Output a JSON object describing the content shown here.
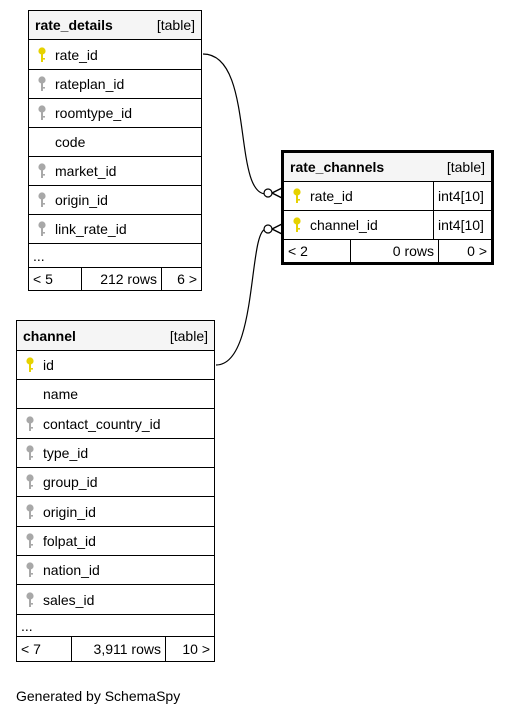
{
  "tables": {
    "rate_details": {
      "name": "rate_details",
      "kind": "[table]",
      "columns": [
        {
          "name": "rate_id",
          "key": "primary"
        },
        {
          "name": "rateplan_id",
          "key": "foreign"
        },
        {
          "name": "roomtype_id",
          "key": "foreign"
        },
        {
          "name": "code",
          "key": "none"
        },
        {
          "name": "market_id",
          "key": "foreign"
        },
        {
          "name": "origin_id",
          "key": "foreign"
        },
        {
          "name": "link_rate_id",
          "key": "foreign"
        }
      ],
      "ellipsis": "...",
      "footer": {
        "parents": "< 5",
        "rows": "212 rows",
        "children": "6 >"
      }
    },
    "rate_channels": {
      "name": "rate_channels",
      "kind": "[table]",
      "columns": [
        {
          "name": "rate_id",
          "key": "primary",
          "type": "int4[10]"
        },
        {
          "name": "channel_id",
          "key": "primary",
          "type": "int4[10]"
        }
      ],
      "footer": {
        "parents": "< 2",
        "rows": "0 rows",
        "children": "0 >"
      }
    },
    "channel": {
      "name": "channel",
      "kind": "[table]",
      "columns": [
        {
          "name": "id",
          "key": "primary"
        },
        {
          "name": "name",
          "key": "none"
        },
        {
          "name": "contact_country_id",
          "key": "foreign"
        },
        {
          "name": "type_id",
          "key": "foreign"
        },
        {
          "name": "group_id",
          "key": "foreign"
        },
        {
          "name": "origin_id",
          "key": "foreign"
        },
        {
          "name": "folpat_id",
          "key": "foreign"
        },
        {
          "name": "nation_id",
          "key": "foreign"
        },
        {
          "name": "sales_id",
          "key": "foreign"
        }
      ],
      "ellipsis": "...",
      "footer": {
        "parents": "< 7",
        "rows": "3,911 rows",
        "children": "10 >"
      }
    }
  },
  "colors": {
    "primary_key": "#e6d200",
    "foreign_key": "#a8a8a8",
    "header_bg": "#f5f5f5"
  },
  "icons": {
    "primary": "key-icon",
    "foreign": "key-icon"
  },
  "generated_by": "Generated by SchemaSpy"
}
